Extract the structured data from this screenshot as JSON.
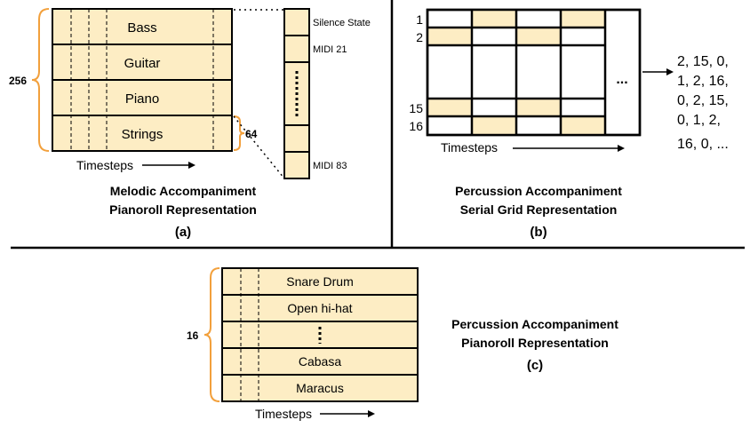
{
  "panel_a": {
    "instruments": [
      "Bass",
      "Guitar",
      "Piano",
      "Strings"
    ],
    "outer_count": "256",
    "inner_count": "64",
    "column_labels": {
      "top": "Silence State",
      "second": "MIDI 21",
      "bottom": "MIDI 83"
    },
    "axis_label": "Timesteps",
    "caption_line1": "Melodic Accompaniment",
    "caption_line2": "Pianoroll Representation",
    "tag": "(a)"
  },
  "panel_b": {
    "row_labels": [
      "1",
      "2",
      "15",
      "16"
    ],
    "ellipsis": "...",
    "sequence_lines": [
      "2, 15, 0,",
      "1, 2, 16,",
      "0, 2, 15,",
      "0, 1, 2,",
      "16, 0, ..."
    ],
    "axis_label": "Timesteps",
    "caption_line1": "Percussion Accompaniment",
    "caption_line2": "Serial Grid Representation",
    "tag": "(b)"
  },
  "panel_c": {
    "instruments": [
      "Snare Drum",
      "Open hi-hat",
      "Cabasa",
      "Maracus"
    ],
    "count": "16",
    "axis_label": "Timesteps",
    "caption_line1": "Percussion Accompaniment",
    "caption_line2": "Pianoroll Representation",
    "tag": "(c)"
  },
  "colors": {
    "fill": "#fdedc4",
    "brace": "#f2a03c",
    "line": "#000000"
  }
}
